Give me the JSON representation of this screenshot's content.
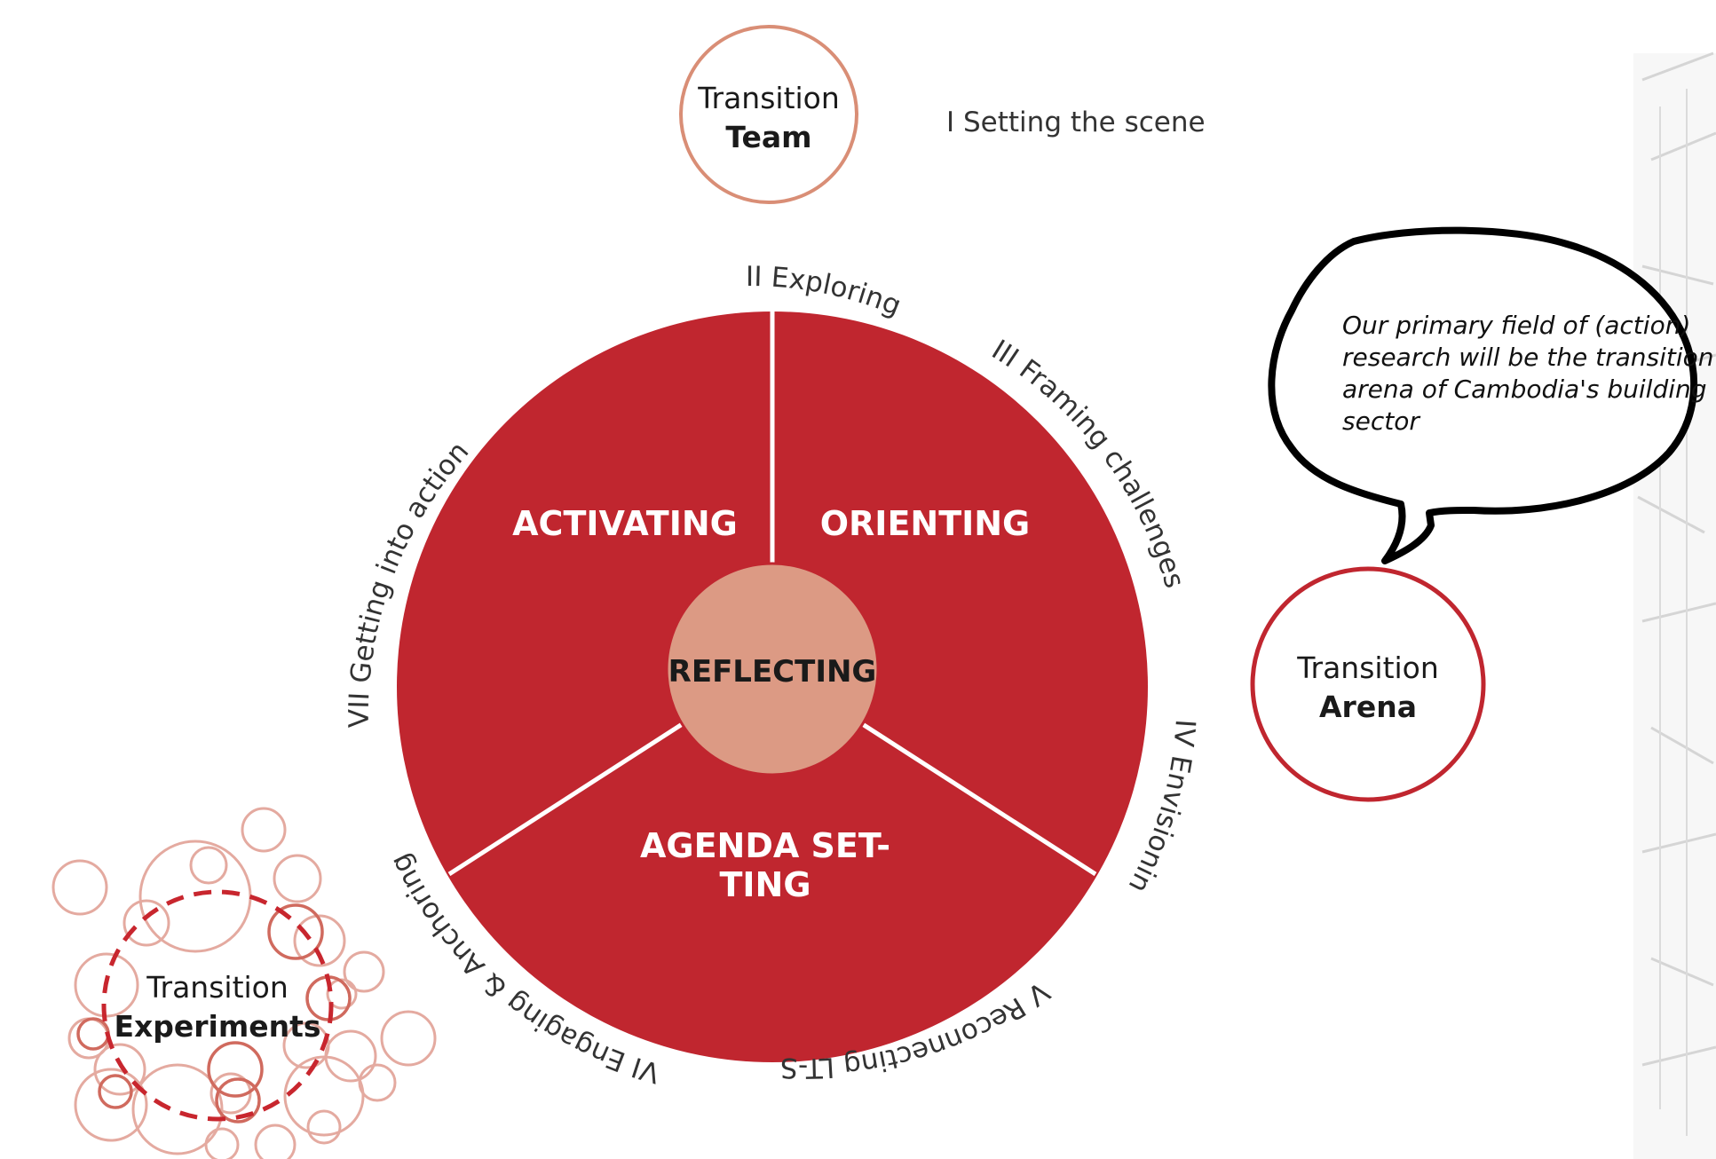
{
  "team": {
    "line1": "Transition",
    "line2": "Team"
  },
  "arena": {
    "line1": "Transition",
    "line2": "Arena"
  },
  "experiments": {
    "line1": "Transition",
    "line2": "Experiments"
  },
  "phases": {
    "p1": "I Setting the scene",
    "p2": "II Exploring",
    "p3": "III Framing challenges",
    "p4": "IV Envisioning",
    "p5": "V Reconnecting LT-S",
    "p6": "VI Engaging & Anchoring",
    "p7": "VII Getting into action"
  },
  "wedges": {
    "activating": "ACTIVATING",
    "orienting": "ORIENTING",
    "agenda1": "AGENDA SET-",
    "agenda2": "TING",
    "reflecting": "REFLECTING"
  },
  "bubble": {
    "line1": "Our primary field of (action)",
    "line2": "research will be the transition",
    "line3": "arena of Cambodia's building",
    "line4": "sector"
  },
  "colors": {
    "wheel_red": "#c0262f",
    "center_pink": "#dc9a84",
    "team_ring": "#d98e76",
    "arena_ring": "#c0262f",
    "experiment_ring": "#c94a4a"
  }
}
